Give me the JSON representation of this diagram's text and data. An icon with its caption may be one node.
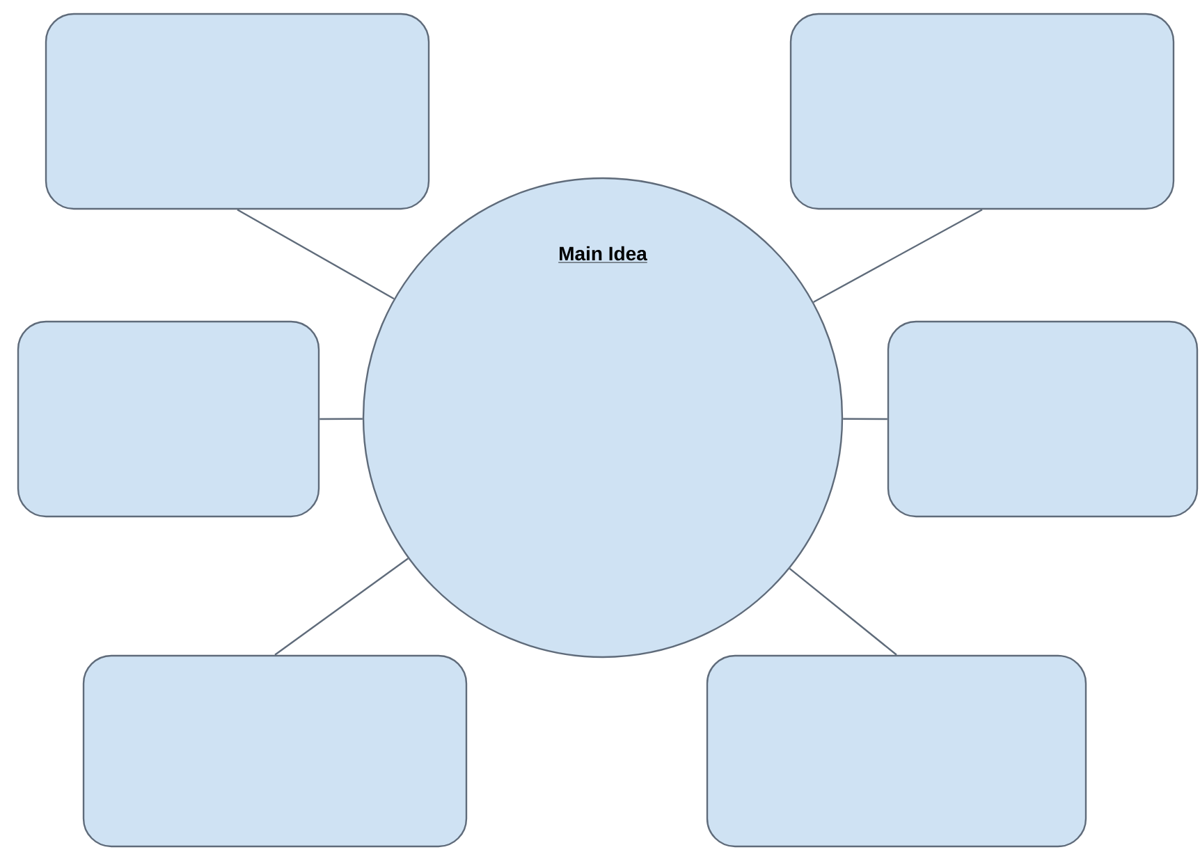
{
  "diagram": {
    "nodes": [
      {
        "text": [],
        "shape": "box"
      },
      {
        "text": [],
        "shape": "box"
      },
      {
        "text": [
          "Main Idea"
        ]
      },
      {
        "text": [],
        "shape": "box"
      },
      {
        "text": [],
        "shape": "box"
      },
      {
        "text": [],
        "shape": "box"
      },
      {
        "text": [],
        "shape": "box"
      }
    ],
    "edges": [
      {
        "from": 2,
        "to": 0,
        "arrow": "none"
      },
      {
        "from": 2,
        "to": 1,
        "arrow": "none"
      },
      {
        "from": 2,
        "to": 3,
        "arrow": "none"
      },
      {
        "from": 2,
        "to": 4,
        "arrow": "none"
      },
      {
        "from": 2,
        "to": 5,
        "arrow": "none"
      },
      {
        "from": 2,
        "to": 6,
        "arrow": "none"
      }
    ]
  }
}
